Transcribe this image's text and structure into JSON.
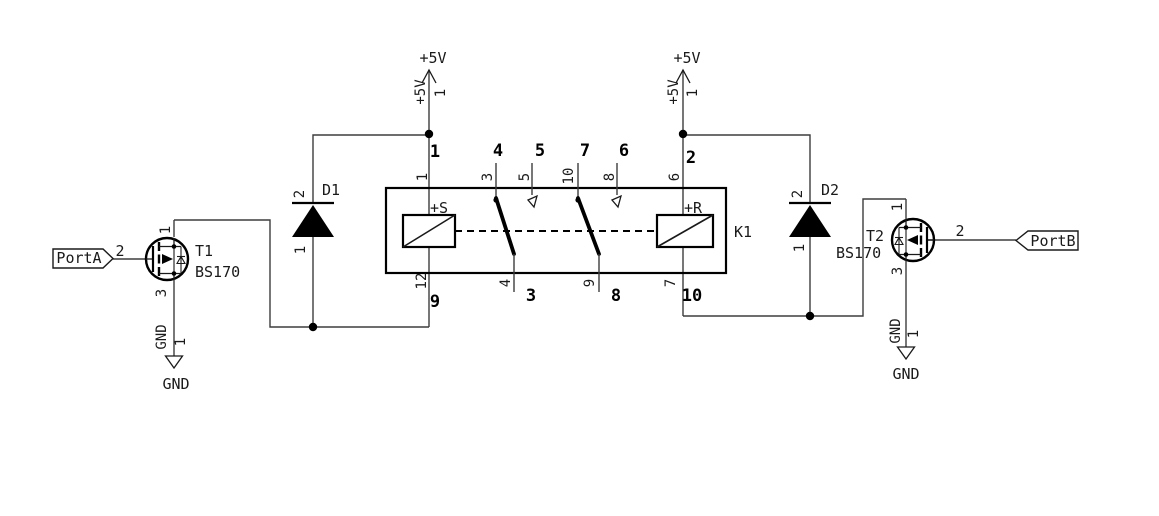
{
  "schematic": {
    "ports": {
      "a": "PortA",
      "b": "PortB"
    },
    "power": {
      "p5v": {
        "label": "+5V",
        "pin_name": "+5V",
        "pin_number": "1"
      },
      "gnd": {
        "label": "GND",
        "pin_name": "GND",
        "pin_number": "1"
      }
    },
    "t1": {
      "ref": "T1",
      "value": "BS170",
      "pin_drain": "1",
      "pin_gate": "2",
      "pin_source": "3"
    },
    "t2": {
      "ref": "T2",
      "value": "BS170",
      "pin_drain": "1",
      "pin_gate": "2",
      "pin_source": "3"
    },
    "d1": {
      "ref": "D1",
      "pin_cathode": "2",
      "pin_anode": "1"
    },
    "d2": {
      "ref": "D2",
      "pin_cathode": "2",
      "pin_anode": "1"
    },
    "relay": {
      "ref": "K1",
      "coil_set_label": "+S",
      "coil_reset_label": "+R",
      "pin_numbers_top": [
        "1",
        "3",
        "5",
        "10",
        "8",
        "6"
      ],
      "pin_numbers_bottom": [
        "12",
        "4",
        "9",
        "7"
      ],
      "net_labels_top": [
        "1",
        "4",
        "5",
        "7",
        "6",
        "2"
      ],
      "net_labels_bottom": [
        "9",
        "3",
        "8",
        "10"
      ]
    },
    "colors": {
      "ink": "#1a1a1a",
      "wire": "#3d3d3d",
      "bold_net": "#000000"
    }
  }
}
